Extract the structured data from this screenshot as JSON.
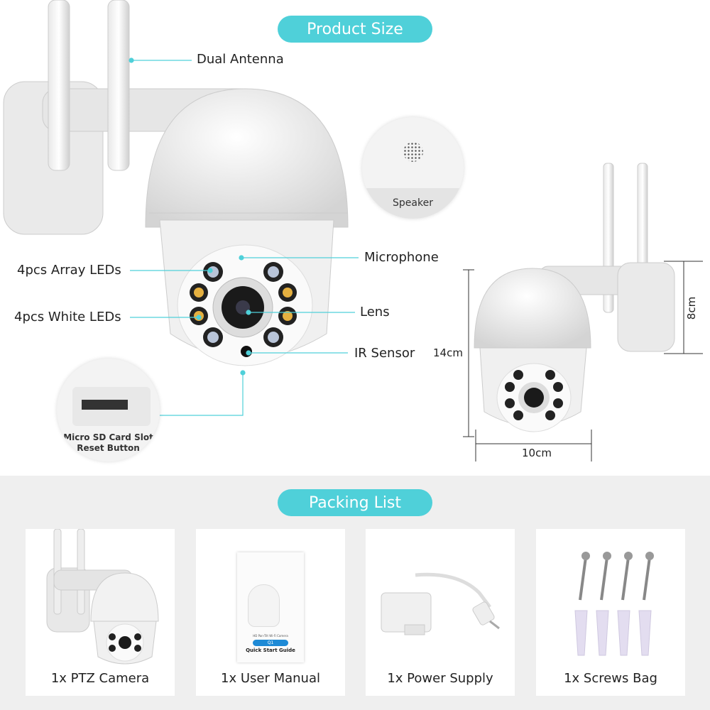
{
  "product_size": {
    "title": "Product Size",
    "labels": {
      "antenna": "Dual Antenna",
      "array_leds": "4pcs Array LEDs",
      "white_leds": "4pcs White LEDs",
      "microphone": "Microphone",
      "lens": "Lens",
      "ir_sensor": "IR Sensor",
      "speaker": "Speaker",
      "sd_line1": "Micro SD Card Slot",
      "sd_line2": "Reset Button"
    },
    "dimensions": {
      "height": "14cm",
      "width": "10cm",
      "depth": "8cm"
    }
  },
  "packing_list": {
    "title": "Packing List",
    "items": [
      {
        "label": "1x PTZ Camera"
      },
      {
        "label": "1x User Manual"
      },
      {
        "label": "1x Power Supply"
      },
      {
        "label": "1x Screws Bag"
      }
    ],
    "manual": {
      "subtitle": "HD Pan-Tilt Wi-Fi Camera",
      "model": "Q1",
      "title": "Quick Start Guide"
    }
  },
  "colors": {
    "accent": "#4fd0d9",
    "background_bottom": "#efefef"
  }
}
